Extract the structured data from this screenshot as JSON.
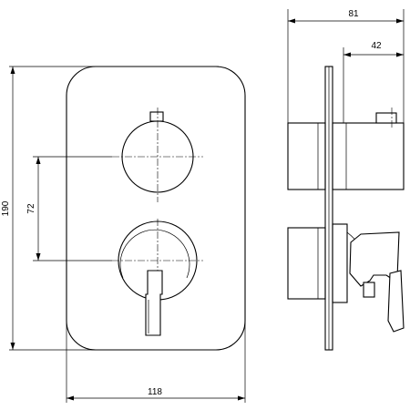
{
  "drawing": {
    "front_view": {
      "overall_height": "190",
      "overall_width": "118",
      "center_distance": "72"
    },
    "side_view": {
      "overall_depth": "81",
      "cap_depth": "42"
    }
  }
}
